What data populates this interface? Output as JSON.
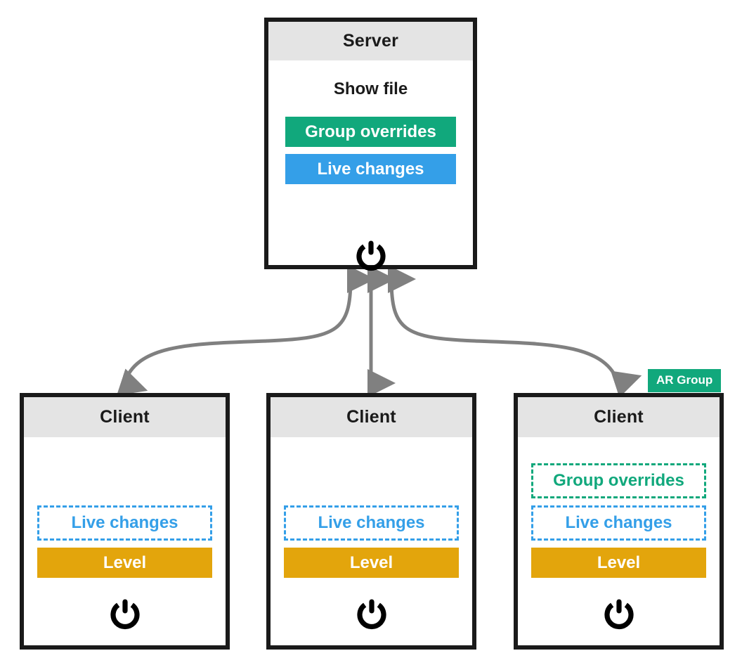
{
  "diagram": {
    "title": "Server and clients override distribution diagram",
    "colors": {
      "green": "#11a87c",
      "blue": "#349fe8",
      "orange": "#e3a50c",
      "border": "#1a1a1a",
      "header_bg": "#e4e4e4",
      "arrow": "#808080"
    }
  },
  "server": {
    "header": "Server",
    "show_file_label": "Show file",
    "group_overrides_label": "Group overrides",
    "live_changes_label": "Live changes",
    "power_icon": "power-icon"
  },
  "clients": [
    {
      "header": "Client",
      "group_overrides_label": "",
      "live_changes_label": "Live changes",
      "level_label": "Level",
      "power_icon": "power-icon",
      "has_group_overrides": false
    },
    {
      "header": "Client",
      "group_overrides_label": "",
      "live_changes_label": "Live changes",
      "level_label": "Level",
      "power_icon": "power-icon",
      "has_group_overrides": false
    },
    {
      "header": "Client",
      "group_overrides_label": "Group overrides",
      "live_changes_label": "Live changes",
      "level_label": "Level",
      "power_icon": "power-icon",
      "has_group_overrides": true
    }
  ],
  "badges": {
    "ar_group": "AR Group"
  },
  "connections": [
    {
      "from": "server",
      "to": "client-1",
      "style": "double-headed-curve"
    },
    {
      "from": "server",
      "to": "client-2",
      "style": "double-headed-straight"
    },
    {
      "from": "server",
      "to": "client-3",
      "style": "double-headed-curve"
    }
  ]
}
